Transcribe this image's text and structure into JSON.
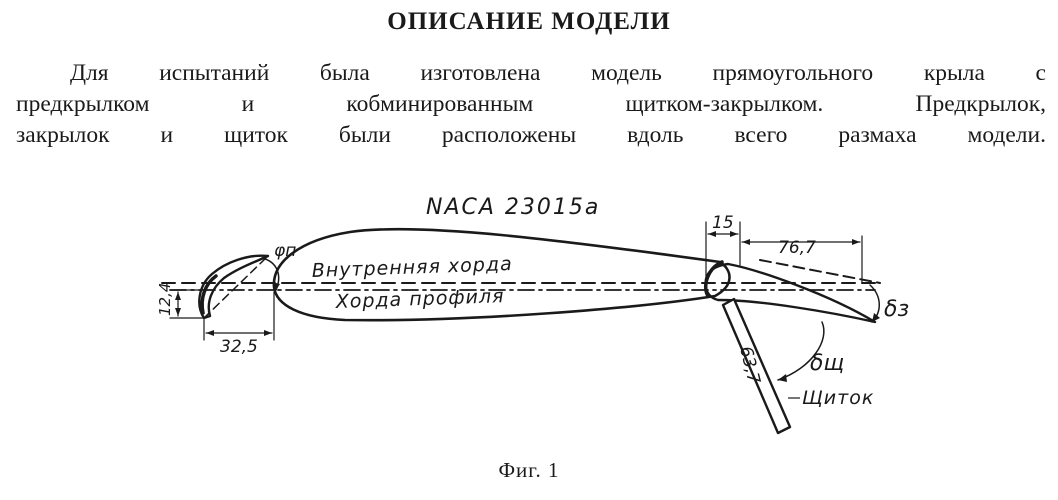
{
  "title": "ОПИСАНИЕ МОДЕЛИ",
  "paragraph": {
    "line1": "Для испытаний была изготовлена модель прямоугольного крыла с",
    "line2": "предкрылком и кобминированным щитком-закрылком. Предкрылок,",
    "line3": "закрылок и щиток были расположены вдоль всего размаха модели."
  },
  "figure": {
    "profile_name": "NACA 23015a",
    "inner_chord_label": "Внутренняя хорда",
    "profile_chord_label": "Хорда профиля",
    "slat_angle_label": "φп",
    "slat_height": "12,4",
    "slat_offset": "32,5",
    "flap_gap": "15",
    "flap_chord": "76,7",
    "shield_length": "63,7",
    "flap_angle_label": "δз",
    "shield_angle_label": "δщ",
    "shield_label": "Щиток"
  },
  "caption": "Фиг. 1"
}
